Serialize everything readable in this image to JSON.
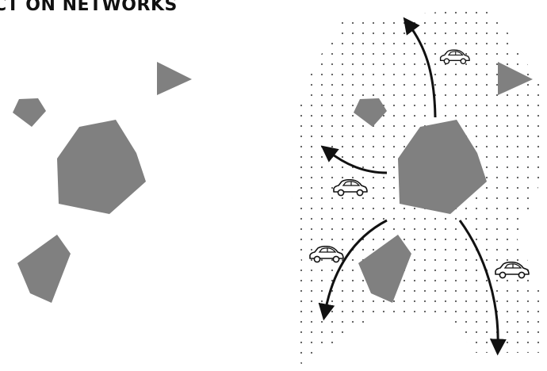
{
  "title": "CT ON NETWORKS",
  "colors": {
    "shape_fill": "#808080",
    "dot": "#555555",
    "arrow": "#111111",
    "car_stroke": "#111111",
    "background": "#ffffff"
  },
  "panels": [
    {
      "name": "left-panel",
      "state": "isolated shapes"
    },
    {
      "name": "right-panel",
      "state": "shapes with network dots, arrows and cars"
    }
  ],
  "icons": [
    "car-icon",
    "arrow-icon",
    "triangle-shape",
    "polygon-shape"
  ]
}
